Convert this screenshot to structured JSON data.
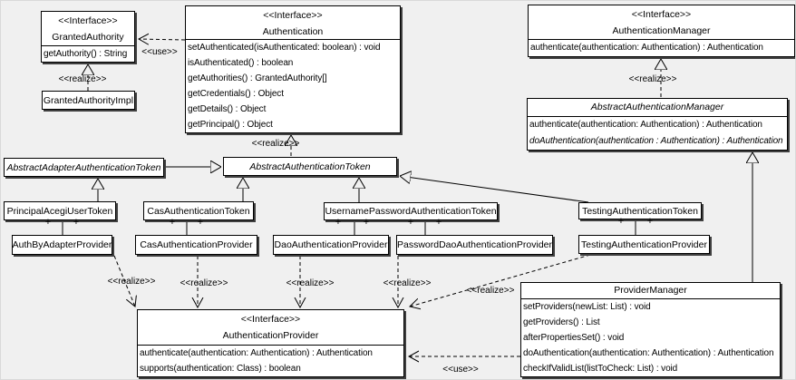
{
  "colors": {
    "background": "#f0f0f0",
    "box_fill": "#ffffff",
    "line": "#000000",
    "shadow": "#3f3f3f"
  },
  "edge_labels": {
    "use": "<<use>>",
    "realize": "<<realize>>",
    "plus": "+"
  },
  "classes": {
    "granted_authority": {
      "stereotype": "<<Interface>>",
      "name": "GrantedAuthority",
      "methods": [
        "getAuthority() : String"
      ]
    },
    "granted_authority_impl": {
      "name": "GrantedAuthorityImpl"
    },
    "authentication": {
      "stereotype": "<<Interface>>",
      "name": "Authentication",
      "methods": [
        "setAuthenticated(isAuthenticated: boolean) : void",
        "isAuthenticated() : boolean",
        "getAuthorities() : GrantedAuthority[]",
        "getCredentials() : Object",
        "getDetails() : Object",
        "getPrincipal() : Object"
      ]
    },
    "authentication_manager": {
      "stereotype": "<<Interface>>",
      "name": "AuthenticationManager",
      "methods": [
        "authenticate(authentication: Authentication) : Authentication"
      ]
    },
    "abstract_authentication_manager": {
      "name": "AbstractAuthenticationManager",
      "methods": [
        "authenticate(authentication: Authentication) : Authentication",
        "doAuthentication(authentication : Authentication) : Authentication"
      ]
    },
    "abstract_adapter_authentication_token": {
      "name": "AbstractAdapterAuthenticationToken"
    },
    "abstract_authentication_token": {
      "name": "AbstractAuthenticationToken"
    },
    "principal_acegi_user_token": {
      "name": "PrincipalAcegiUserToken"
    },
    "cas_authentication_token": {
      "name": "CasAuthenticationToken"
    },
    "username_password_authentication_token": {
      "name": "UsernamePasswordAuthenticationToken"
    },
    "testing_authentication_token": {
      "name": "TestingAuthenticationToken"
    },
    "auth_by_adapter_provider": {
      "name": "AuthByAdapterProvider"
    },
    "cas_authentication_provider": {
      "name": "CasAuthenticationProvider"
    },
    "dao_authentication_provider": {
      "name": "DaoAuthenticationProvider"
    },
    "password_dao_authentication_provider": {
      "name": "PasswordDaoAuthenticationProvider"
    },
    "testing_authentication_provider": {
      "name": "TestingAuthenticationProvider"
    },
    "authentication_provider": {
      "stereotype": "<<Interface>>",
      "name": "AuthenticationProvider",
      "methods": [
        "authenticate(authentication: Authentication) : Authentication",
        "supports(authentication: Class) : boolean"
      ]
    },
    "provider_manager": {
      "name": "ProviderManager",
      "methods": [
        "setProviders(newList: List) : void",
        "getProviders() : List",
        "afterPropertiesSet() : void",
        "doAuthentication(authentication: Authentication) : Authentication",
        "checkIfValidList(listToCheck: List) : void"
      ]
    }
  }
}
